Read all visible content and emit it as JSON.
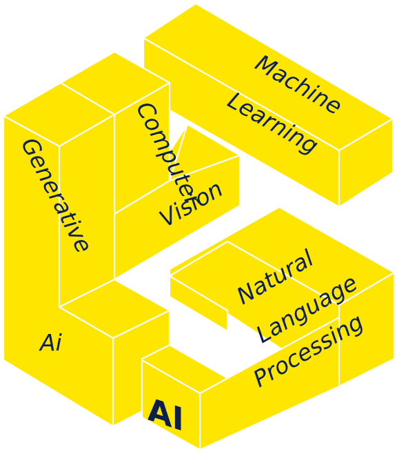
{
  "colors": {
    "block_fill": "#FFE600",
    "edge_line": "#FFFFFF",
    "text": "#0B1F4D",
    "background": "#FFFFFF"
  },
  "blocks": {
    "generative": {
      "line1": "Generative",
      "line2": "Ai"
    },
    "computer_vision": {
      "line1": "Computer",
      "line2": "Vision"
    },
    "machine_learning": {
      "line1": "Machine",
      "line2": "Learning"
    },
    "nlp": {
      "line1": "Natural",
      "line2": "Language",
      "line3": "Processing"
    }
  },
  "logo": {
    "text": "AI"
  }
}
